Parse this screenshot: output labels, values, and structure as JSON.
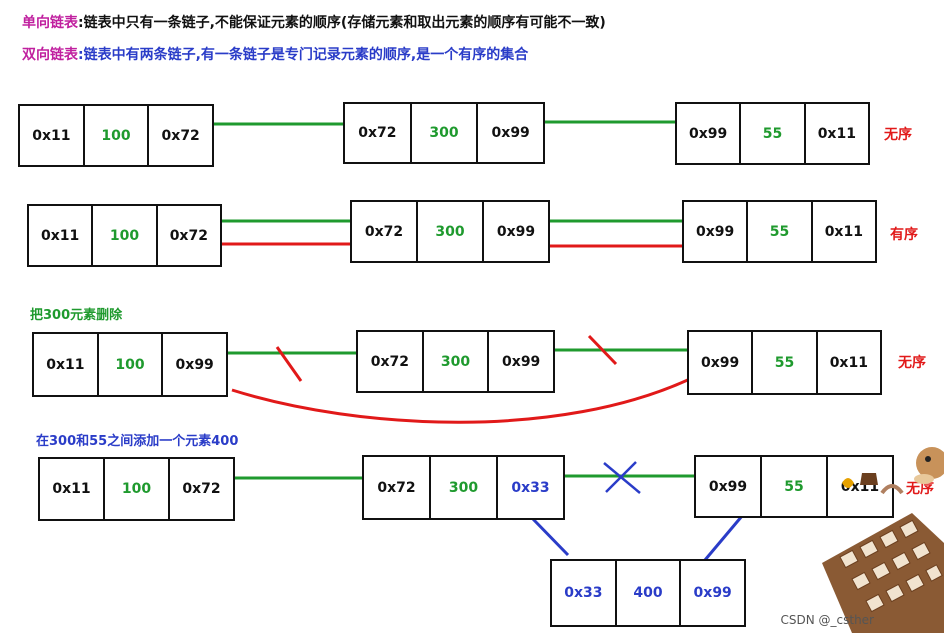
{
  "header": {
    "line1_key": "单向链表",
    "line1_text": ":链表中只有一条链子,不能保证元素的顺序(存储元素和取出元素的顺序有可能不一致)",
    "line2_key": "双向链表",
    "line2_text": ":链表中有两条链子,有一条链子是专门记录元素的顺序,是一个有序的集合"
  },
  "rows": [
    {
      "tag": "无序",
      "nodes": [
        {
          "addr": "0x11",
          "value": "100",
          "next": "0x72"
        },
        {
          "addr": "0x72",
          "value": "300",
          "next": "0x99"
        },
        {
          "addr": "0x99",
          "value": "55",
          "next": "0x11"
        }
      ]
    },
    {
      "tag": "有序",
      "nodes": [
        {
          "addr": "0x11",
          "value": "100",
          "next": "0x72"
        },
        {
          "addr": "0x72",
          "value": "300",
          "next": "0x99"
        },
        {
          "addr": "0x99",
          "value": "55",
          "next": "0x11"
        }
      ]
    },
    {
      "tag": "无序",
      "nodes": [
        {
          "addr": "0x11",
          "value": "100",
          "next": "0x99"
        },
        {
          "addr": "0x72",
          "value": "300",
          "next": "0x99"
        },
        {
          "addr": "0x99",
          "value": "55",
          "next": "0x11"
        }
      ]
    },
    {
      "tag": "无序",
      "nodes": [
        {
          "addr": "0x11",
          "value": "100",
          "next": "0x72"
        },
        {
          "addr": "0x72",
          "value": "300",
          "next": "0x33"
        },
        {
          "addr": "0x99",
          "value": "55",
          "next": "0x11"
        }
      ]
    }
  ],
  "inserted_node": {
    "addr": "0x33",
    "value": "400",
    "next": "0x99"
  },
  "captions": {
    "delete": "把300元素删除",
    "insert": "在300和55之间添加一个元素400"
  },
  "watermark": "CSDN @_csther",
  "colors": {
    "link": "#1f9a2e",
    "order_link": "#e11919",
    "insert_link": "#2a3cc8",
    "accent": "#c0209f"
  }
}
